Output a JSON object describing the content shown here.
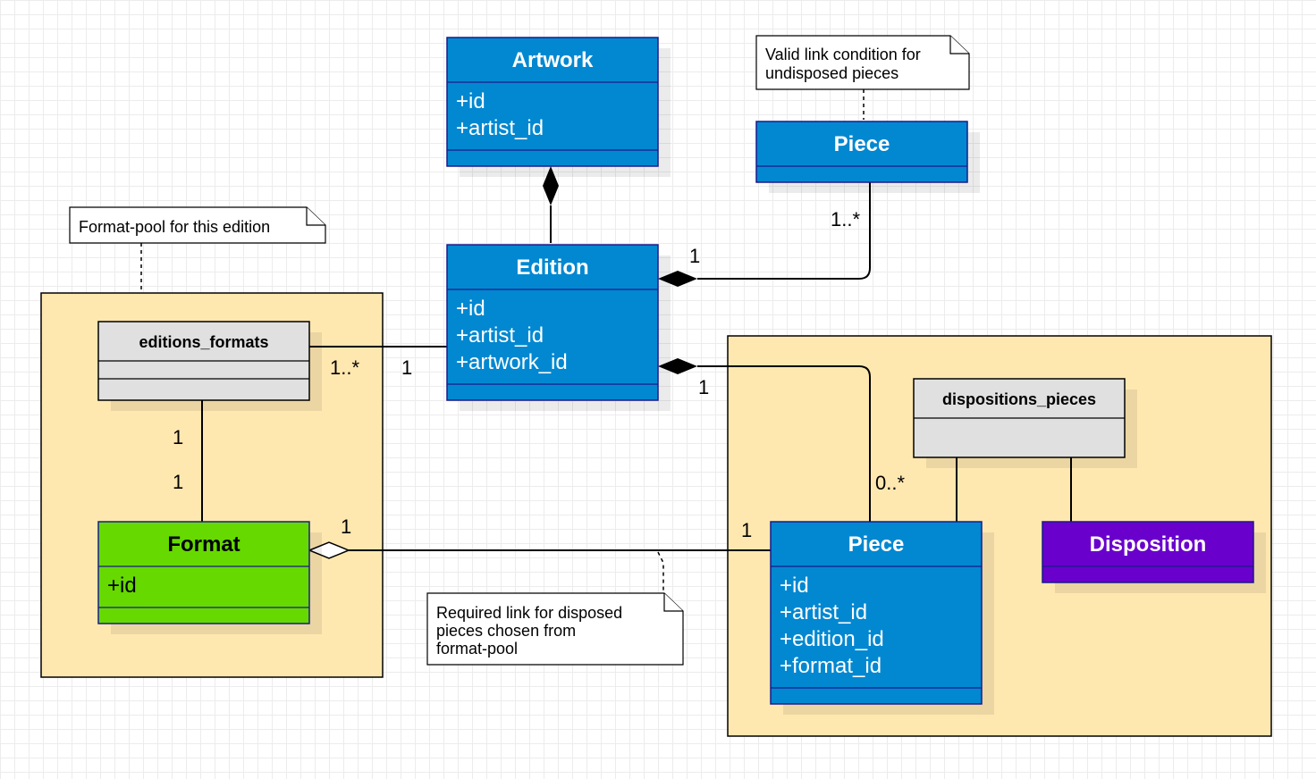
{
  "colors": {
    "entity_blue": "#0288d1",
    "entity_green": "#66d900",
    "entity_purple": "#6a00cc",
    "join_table_gray": "#e0e0e0",
    "group_background": "#ffe8b0"
  },
  "entities": {
    "artwork": {
      "title": "Artwork",
      "attrs": [
        "+id",
        "+artist_id"
      ]
    },
    "piece_top": {
      "title": "Piece"
    },
    "edition": {
      "title": "Edition",
      "attrs": [
        "+id",
        "+artist_id",
        "+artwork_id"
      ]
    },
    "editions_formats": {
      "title": "editions_formats"
    },
    "format": {
      "title": "Format",
      "attrs": [
        "+id"
      ]
    },
    "dispositions_pieces": {
      "title": "dispositions_pieces"
    },
    "piece": {
      "title": "Piece",
      "attrs": [
        "+id",
        "+artist_id",
        "+edition_id",
        "+format_id"
      ]
    },
    "disposition": {
      "title": "Disposition"
    }
  },
  "notes": {
    "valid_link": [
      "Valid link condition for",
      "undisposed pieces"
    ],
    "format_pool": [
      "Format-pool for this edition"
    ],
    "required_link": [
      "Required link for disposed",
      "pieces chosen from",
      "format-pool"
    ]
  },
  "multiplicities": {
    "piece_top_to_edition": "1..*",
    "edition_to_piece_top": "1",
    "editions_formats_to_edition": "1..*",
    "edition_to_editions_formats": "1",
    "edition_to_piece": "1",
    "piece_to_edition": "0..*",
    "editions_formats_to_format": "1",
    "format_to_editions_formats": "1",
    "format_to_piece": "1",
    "piece_to_format": "1"
  }
}
